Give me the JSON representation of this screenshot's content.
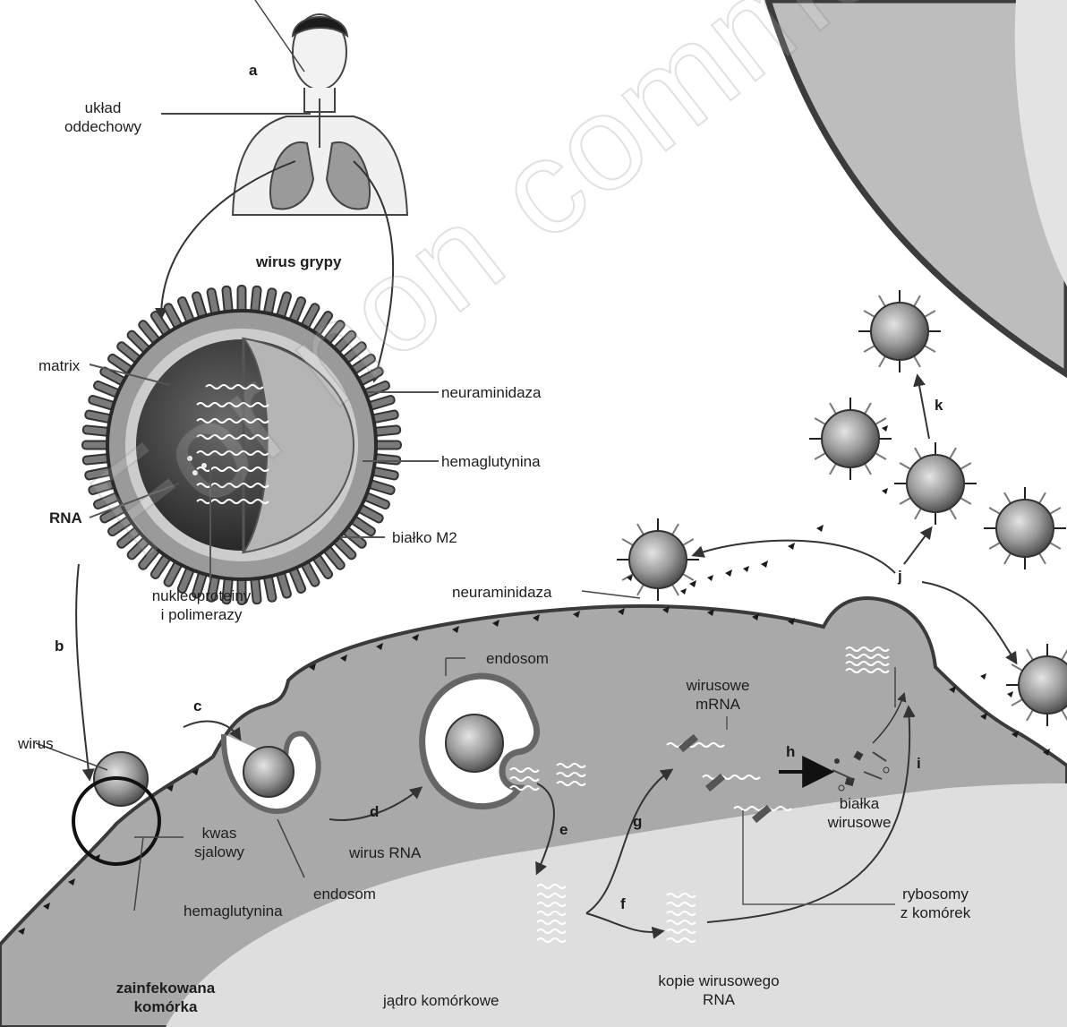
{
  "labels": {
    "uklad_1": "układ",
    "uklad_2": "oddechowy",
    "wirus_grypy": "wirus grypy",
    "matrix": "matrix",
    "neuraminidaza_top": "neuraminidaza",
    "hemaglutynina_top": "hemaglutynina",
    "rna": "RNA",
    "bialko_m2": "białko M2",
    "nukleo_1": "nukleoproteiny",
    "nukleo_2": "i polimerazy",
    "neuraminidaza_mid": "neuraminidaza",
    "endosom_top": "endosom",
    "wirusowe_mrna_1": "wirusowe",
    "wirusowe_mrna_2": "mRNA",
    "wirus": "wirus",
    "kwas_1": "kwas",
    "kwas_2": "sjalowy",
    "wirus_rna": "wirus RNA",
    "endosom_bottom": "endosom",
    "hemaglutynina_bottom": "hemaglutynina",
    "zainfekowana_1": "zainfekowana",
    "zainfekowana_2": "komórka",
    "jadro": "jądro komórkowe",
    "kopie_1": "kopie wirusowego",
    "kopie_2": "RNA",
    "rybosomy_1": "rybosomy",
    "rybosomy_2": "z komórek",
    "bialka_1": "białka",
    "bialka_2": "wirusowe"
  },
  "steps": {
    "a": "a",
    "b": "b",
    "c": "c",
    "d": "d",
    "e": "e",
    "f": "f",
    "g": "g",
    "h": "h",
    "i": "i",
    "j": "j",
    "k": "k"
  },
  "watermark": "For non commercial use only",
  "colors": {
    "cell": "#a9a9a9",
    "nucleus": "#dedede",
    "membrane": "#4a4a4a",
    "virion": "#8f8f8f"
  }
}
